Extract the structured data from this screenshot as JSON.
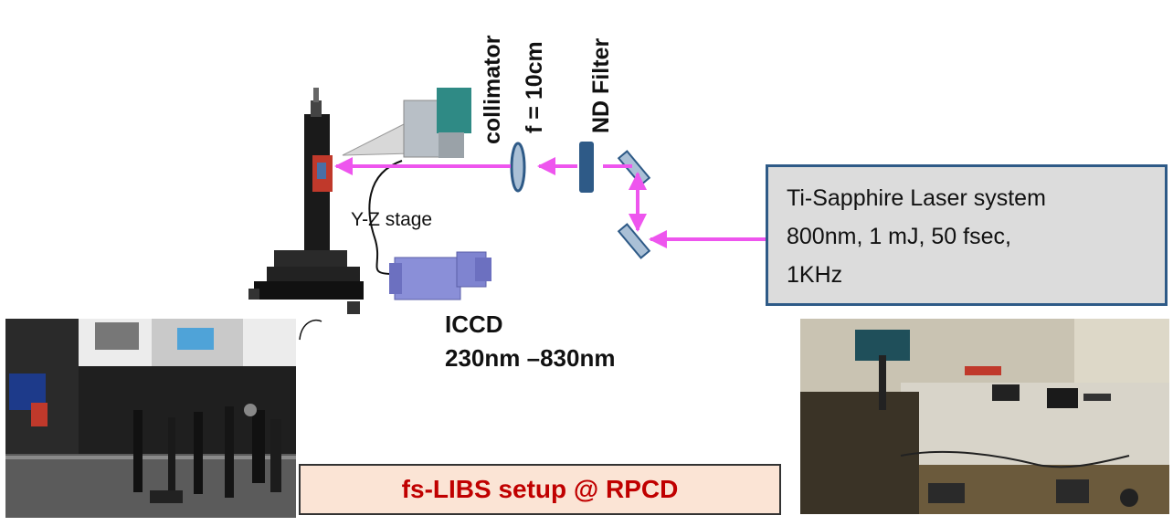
{
  "labels": {
    "collimator": "collimator",
    "focal_length": "f = 10cm",
    "nd_filter": "ND Filter",
    "stage": "Y-Z stage",
    "iccd_name": "ICCD",
    "iccd_range": "230nm –830nm"
  },
  "laser_box": {
    "line1": "Ti-Sapphire Laser system",
    "line2": "800nm, 1 mJ, 50 fsec,",
    "line3": "1KHz"
  },
  "caption": "fs-LIBS setup @ RPCD",
  "colors": {
    "beam": "#ee55ee",
    "optics": "#2e5a87",
    "box_border": "#2e5a87",
    "box_fill": "#dcdcdc",
    "caption_text": "#c00000",
    "caption_fill": "#fbe4d5"
  }
}
